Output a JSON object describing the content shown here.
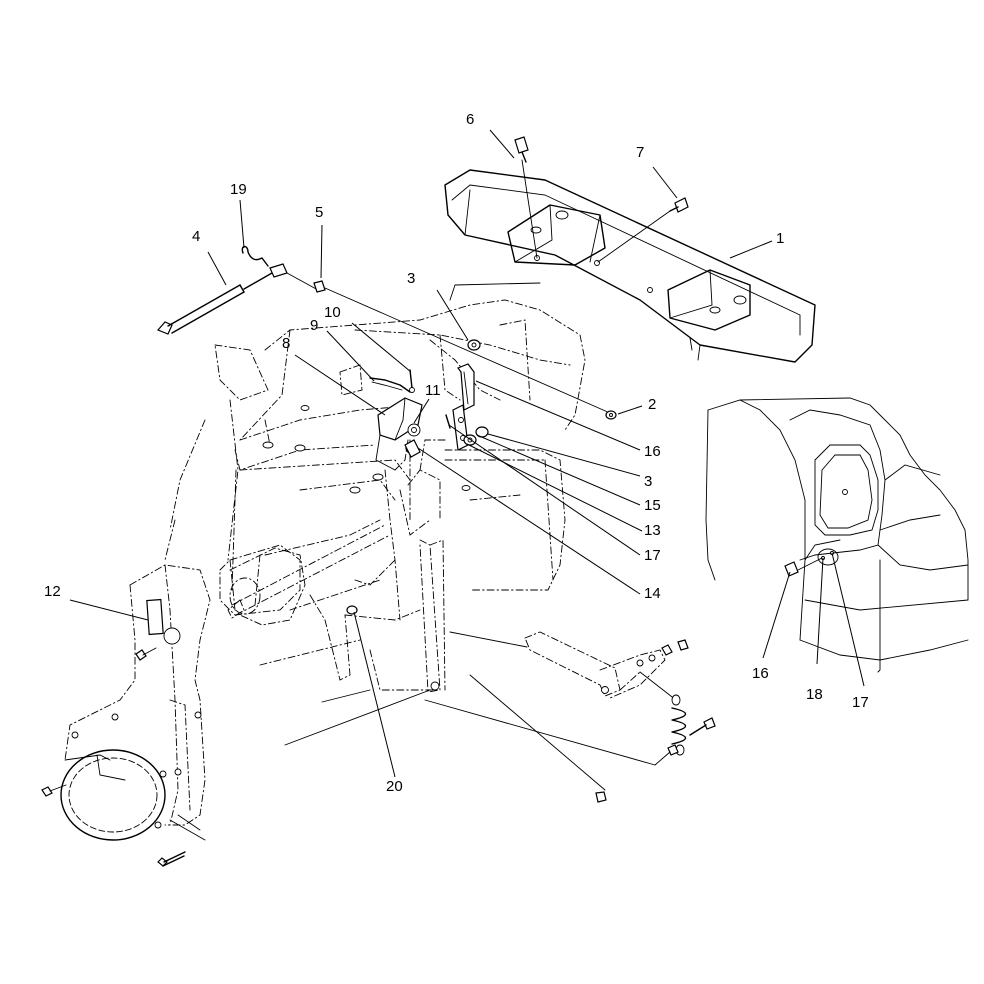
{
  "callouts": [
    {
      "id": "c1",
      "text": "1"
    },
    {
      "id": "c2",
      "text": "2"
    },
    {
      "id": "c3a",
      "text": "3"
    },
    {
      "id": "c3b",
      "text": "3"
    },
    {
      "id": "c4",
      "text": "4"
    },
    {
      "id": "c5",
      "text": "5"
    },
    {
      "id": "c6",
      "text": "6"
    },
    {
      "id": "c7",
      "text": "7"
    },
    {
      "id": "c8",
      "text": "8"
    },
    {
      "id": "c9",
      "text": "9"
    },
    {
      "id": "c10",
      "text": "10"
    },
    {
      "id": "c11",
      "text": "11"
    },
    {
      "id": "c12",
      "text": "12"
    },
    {
      "id": "c13",
      "text": "13"
    },
    {
      "id": "c14",
      "text": "14"
    },
    {
      "id": "c15",
      "text": "15"
    },
    {
      "id": "c16a",
      "text": "16"
    },
    {
      "id": "c16b",
      "text": "16"
    },
    {
      "id": "c17a",
      "text": "17"
    },
    {
      "id": "c17b",
      "text": "17"
    },
    {
      "id": "c18",
      "text": "18"
    },
    {
      "id": "c19",
      "text": "19"
    },
    {
      "id": "c20",
      "text": "20"
    }
  ]
}
